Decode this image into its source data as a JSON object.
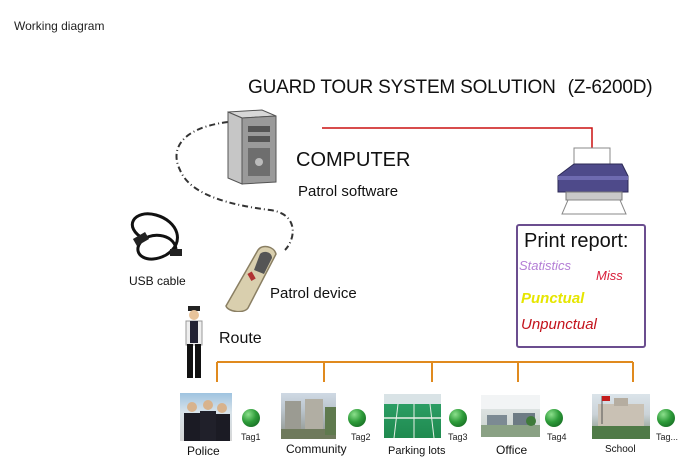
{
  "page_heading": "Working diagram",
  "title": "GUARD TOUR SYSTEM SOLUTION",
  "model": "(Z-6200D)",
  "computer_label": "COMPUTER",
  "software_label": "Patrol software",
  "usb_label": "USB cable",
  "device_label": "Patrol device",
  "route_label": "Route",
  "report": {
    "title": "Print report:",
    "statistics": "Statistics",
    "miss": "Miss",
    "punctual": "Punctual",
    "unpunctual": "Unpunctual"
  },
  "locations": [
    {
      "name": "Police",
      "tag": "Tag1"
    },
    {
      "name": "Community",
      "tag": "Tag2"
    },
    {
      "name": "Parking lots",
      "tag": "Tag3"
    },
    {
      "name": "Office",
      "tag": "Tag4"
    },
    {
      "name": "School",
      "tag": "Tag..."
    }
  ],
  "colors": {
    "line": "#cc1111",
    "route": "#e08a1e",
    "report_border": "#6b4e8f",
    "tag_green": "#2e9c3a"
  }
}
